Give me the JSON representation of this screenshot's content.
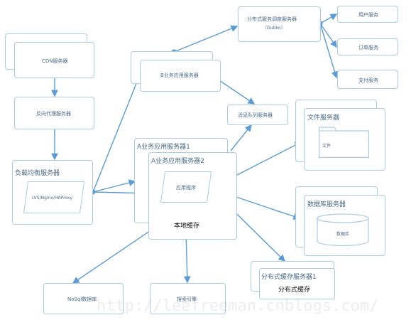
{
  "nodes": {
    "cdn": "CDN服务器",
    "reverse_proxy": "反向代理服务器",
    "load_balancer": "负载均衡服务器",
    "lb_software": "LVS/Nginx/HAProxy",
    "b_app_server": "B业务应用服务器",
    "a_app_server1": "A业务应用服务器1",
    "a_app_server2": "A业务应用服务器2",
    "app_program": "应用程序",
    "local_cache": "本地缓存",
    "mq_server": "消息队列服务器",
    "dubbo_server": "分布式服务调度服务器",
    "dubbo_label": "（Dubbo）",
    "user_service": "用户服务",
    "order_service": "订单服务",
    "payment_service": "支付服务",
    "file_server": "文件服务器",
    "file_label": "文件",
    "db_server": "数据库服务器",
    "db_label": "数据库",
    "nosql_db": "NoSql数据库",
    "search_engine": "搜索引擎",
    "dist_cache_server": "分布式缓存服务器1",
    "dist_cache": "分布式缓存"
  },
  "watermark": "http://leefreeman.cnblogs.com/",
  "colors": {
    "border": "#a9cbe4",
    "arrow": "#5b9bd5",
    "text": "#4a6a8a",
    "dark_text": "#111111"
  }
}
